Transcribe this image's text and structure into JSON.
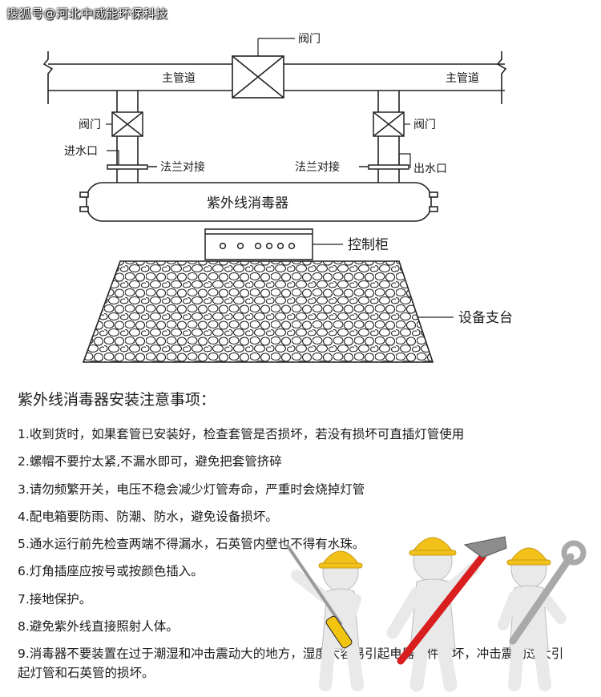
{
  "watermark": "搜狐号@河北中威能环保科技",
  "diagram": {
    "valve_top": "阀门",
    "main_pipe_left": "主管道",
    "main_pipe_right": "主管道",
    "valve_left": "阀门",
    "valve_right": "阀门",
    "inlet": "进水口",
    "outlet": "出水口",
    "flange_left": "法兰对接",
    "flange_right": "法兰对接",
    "sterilizer": "紫外线消毒器",
    "control_cabinet": "控制柜",
    "support": "设备支台"
  },
  "notes": {
    "title": "紫外线消毒器安装注意事项：",
    "items": [
      "1.收到货时，如果套管已安装好，检查套管是否损坏，若没有损坏可直插灯管使用",
      "2.螺帽不要拧太紧,不漏水即可，避免把套管挤碎",
      "3.请勿频繁开关，电压不稳会减少灯管寿命，严重时会烧掉灯管",
      "4.配电箱要防雨、防潮、防水，避免设备损坏。",
      "5.通水运行前先检查两端不得漏水，石英管内壁也不得有水珠。",
      "6.灯角插座应按号或按颜色插入。",
      "7.接地保护。",
      "8.避免紫外线直接照射人体。",
      "9.消毒器不要装置在过于潮湿和冲击震动大的地方，湿度大容易引起电器元件损坏，冲击震动过大引起灯管和石英管的损坏。"
    ]
  },
  "colors": {
    "helmet": "#f2c21b",
    "hammer_handle": "#d81e1e",
    "screwdriver_handle": "#f1c40f",
    "figure": "#e9e9e9"
  }
}
